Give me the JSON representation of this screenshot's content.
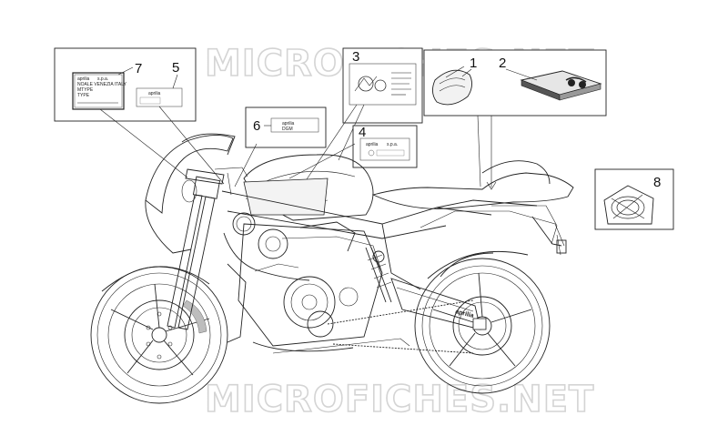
{
  "watermark": {
    "text": "MICROFICHES.NET"
  },
  "callouts": {
    "c1": "1",
    "c2": "2",
    "c3": "3",
    "c4": "4",
    "c5": "5",
    "c6": "6",
    "c7": "7",
    "c8": "8"
  },
  "labels": {
    "plate_brand": "aprilia",
    "plate_company": "s.p.a.",
    "plate_line2": "NOALE VENEZIA ITALY",
    "plate_type": "TYPE",
    "plate_mtype": "MTYPE",
    "sticker5_brand": "aprilia",
    "sticker6_brand": "aprilia",
    "sticker6_sub": "DGM",
    "sticker4_brand": "aprilia",
    "sticker4_company": "s.p.a.",
    "swingarm_brand": "aprilia"
  }
}
